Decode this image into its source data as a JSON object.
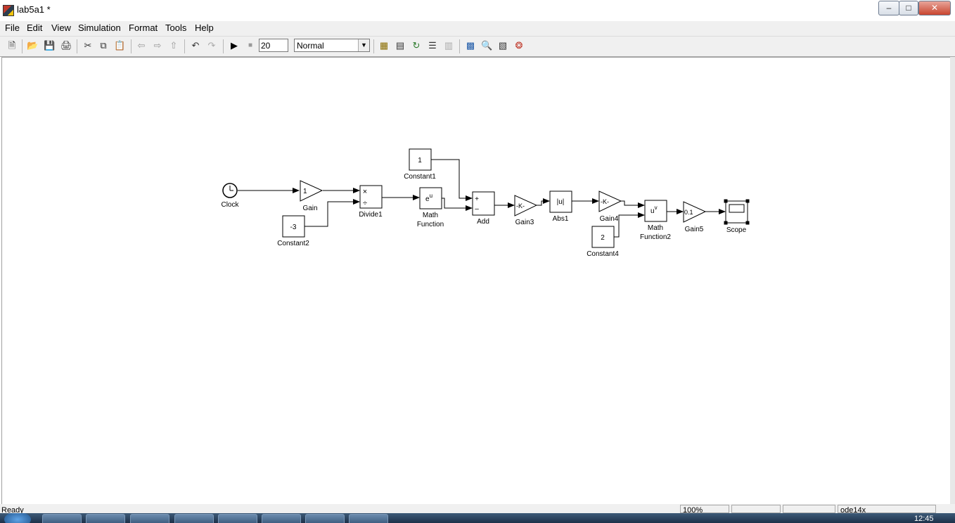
{
  "window": {
    "title": "lab5a1 *"
  },
  "menu": [
    "File",
    "Edit",
    "View",
    "Simulation",
    "Format",
    "Tools",
    "Help"
  ],
  "toolbar": {
    "stop_time": "20",
    "sim_mode": "Normal",
    "icons": [
      "new-model-icon",
      "open-icon",
      "save-icon",
      "print-icon",
      "cut-icon",
      "copy-icon",
      "paste-icon",
      "back-icon",
      "forward-icon",
      "up-icon",
      "undo-icon",
      "redo-icon",
      "start-simulation-icon",
      "stop-simulation-icon",
      "model-advisor-icon",
      "build-icon",
      "update-diagram-icon",
      "library-browser-icon",
      "model-explorer-icon",
      "debugger-icon",
      "port-values-icon",
      "data-explorer-icon",
      "record-icon"
    ]
  },
  "blocks": {
    "clock": {
      "label": "Clock"
    },
    "gain": {
      "label": "Gain",
      "value": "1"
    },
    "constant2": {
      "label": "Constant2",
      "value": "-3"
    },
    "divide1": {
      "label": "Divide1",
      "sign1": "×",
      "sign2": "÷"
    },
    "constant1": {
      "label": "Constant1",
      "value": "1"
    },
    "math_function": {
      "label": "Math Function",
      "label_line1": "Math",
      "label_line2": "Function",
      "expr_base": "e",
      "expr_sup": "u"
    },
    "add": {
      "label": "Add",
      "plus": "+",
      "minus": "–"
    },
    "gain3": {
      "label": "Gain3",
      "value": "-K-"
    },
    "abs1": {
      "label": "Abs1",
      "value": "|u|"
    },
    "gain4": {
      "label": "Gain4",
      "value": "-K-"
    },
    "constant4": {
      "label": "Constant4",
      "value": "2"
    },
    "math_function2": {
      "label": "Math Function2",
      "label_line1": "Math",
      "label_line2": "Function2",
      "expr_base": "u",
      "expr_sup": "v"
    },
    "gain5": {
      "label": "Gain5",
      "value": "0.1"
    },
    "scope": {
      "label": "Scope"
    }
  },
  "status": {
    "text": "Ready",
    "zoom": "100%",
    "solver": "ode14x"
  },
  "taskbar": {
    "time": "12:45"
  }
}
